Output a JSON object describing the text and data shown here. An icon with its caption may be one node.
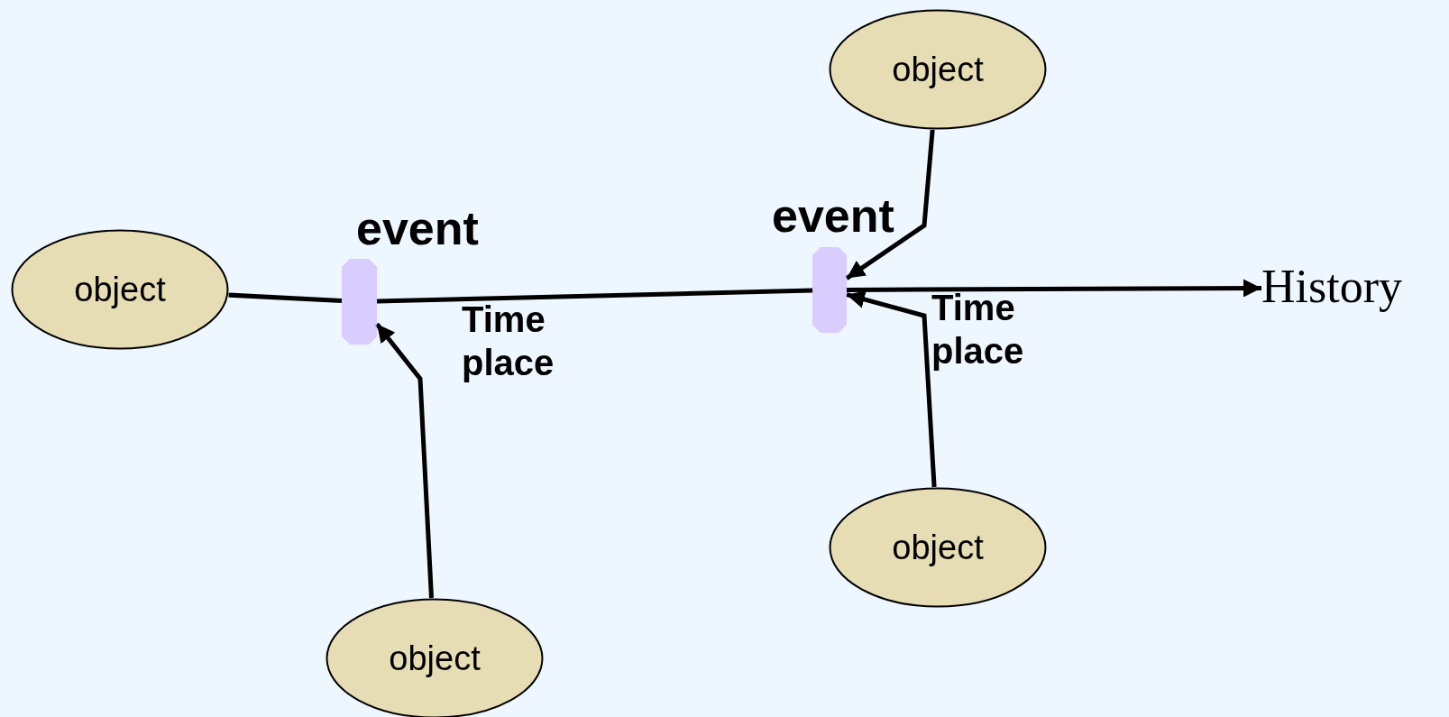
{
  "diagram": {
    "nodes": [
      {
        "text": [
          "object"
        ]
      },
      {
        "text": [
          "object"
        ]
      },
      {
        "text": [
          "object"
        ]
      },
      {
        "text": [
          "object"
        ]
      },
      {
        "text": [],
        "shape": "bar",
        "beside": [
          "event",
          "Time place"
        ]
      },
      {
        "text": [],
        "shape": "bar",
        "beside": [
          "event",
          "Time place"
        ]
      },
      {
        "text": [
          "History"
        ]
      }
    ],
    "edges": [
      {
        "from": 0,
        "to": 4,
        "arrow": "none"
      },
      {
        "from": 4,
        "to": 5,
        "arrow": "none"
      },
      {
        "from": 5,
        "to": 6,
        "arrow": "to"
      },
      {
        "from": 2,
        "to": 4,
        "arrow": "to"
      },
      {
        "from": 1,
        "to": 5,
        "arrow": "to"
      },
      {
        "from": 3,
        "to": 5,
        "arrow": "to"
      }
    ]
  }
}
